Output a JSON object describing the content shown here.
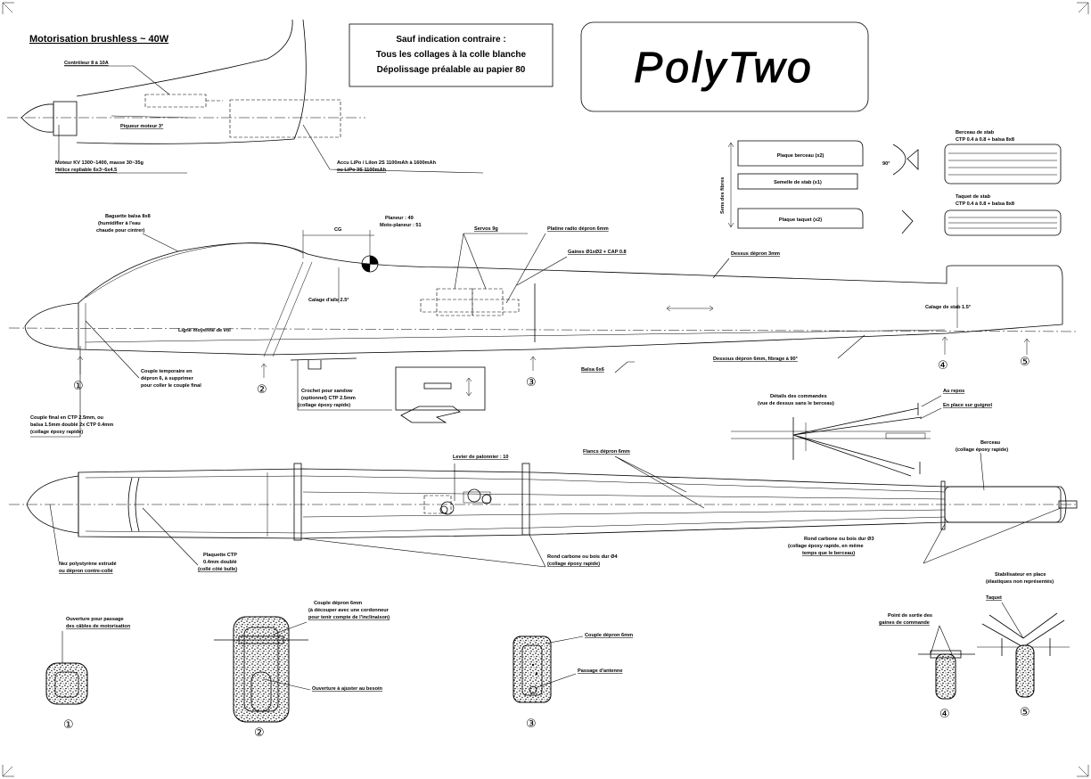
{
  "title_block": {
    "motor_heading": "Motorisation brushless ~ 40W",
    "notes": [
      "Sauf indication contraire :",
      "Tous les collages à la colle blanche",
      "Dépolissage préalable au papier 80"
    ],
    "logo": "PolyTwo"
  },
  "motor_view": {
    "controller": "Contrôleur 8 à 10A",
    "downthrust": "Piqueur moteur 3°",
    "motor": [
      "Moteur KV 1300~1400, masse 30~35g",
      "Hélice repliable 6x3~6x4.5"
    ],
    "battery": [
      "Accu LiPo / LiIon 2S 1100mAh à 1600mAh",
      "ou LiPo 3S 1100mAh"
    ]
  },
  "tail_parts": {
    "fiber_direction": "Sens des fibres",
    "cradle_plate": "Plaque berceau (x2)",
    "stab_joiner": "Semelle de stab (x1)",
    "stop_plate": "Plaque taquet (x2)",
    "angle": "90°",
    "cradle_stab": [
      "Berceau de stab",
      "CTP 0.4 à 0.8 + balsa 8x8"
    ],
    "stop_stab": [
      "Taquet de stab",
      "CTP 0.4 à 0.8 + balsa 8x8"
    ]
  },
  "side_view": {
    "balsa_strip": [
      "Baguette balsa 8x8",
      "(humidifier à l'eau",
      "chaude pour cintrer)"
    ],
    "cg": "CG",
    "cg_values": [
      "Planeur : 49",
      "Moto-planeur : 51"
    ],
    "servos": "Servos 9g",
    "radio_plate": "Platine radio dépron 6mm",
    "sheaths": "Gaines Ø1xØ2 + CAP 0.8",
    "wing_incidence": "Calage d'aile 2.5°",
    "top_skin": "Dessus dépron 3mm",
    "datum": "Ligne moyenne de vol",
    "stab_incidence": "Calage de stab 1.5°",
    "temp_former": [
      "Couple temporaire en",
      "dépron 6, à supprimer",
      "pour coller le couple final"
    ],
    "balsa_6x6": "Balsa 6x6",
    "bottom_skin": "Dessous dépron 6mm, fibrage à 90°",
    "final_former": [
      "Couple final en CTP 2.5mm, ou",
      "balsa 1.5mm doublé 2x CTP 0.4mm",
      "(collage époxy rapide)"
    ],
    "tow_hook": [
      "Crochet pour sandow",
      "(optionnel) CTP 2.5mm",
      "(collage époxy rapide)"
    ]
  },
  "controls_detail": {
    "title": [
      "Détails des commandes",
      "(vue de dessus sans le berceau)"
    ],
    "at_rest": "Au repos",
    "deflected": "En place sur guignol"
  },
  "top_view": {
    "rudder_lever": "Levier de palonnier : 10",
    "side_skin": "Flancs dépron 6mm",
    "cradle": [
      "Berceau",
      "(collage époxy rapide)"
    ],
    "nose": [
      "Nez polystyrène extrudé",
      "ou dépron contre-collé"
    ],
    "plywood_plate": [
      "Plaquette CTP",
      "0.4mm doublé",
      "(collé côté bulle)"
    ],
    "carbon_rod": [
      "Rond carbone ou bois dur Ø4",
      "(collage époxy rapide)"
    ],
    "carbon_rod_tail": [
      "Rond carbone ou bois dur Ø3",
      "(collage époxy rapide, en même",
      "temps que le berceau)"
    ]
  },
  "sections": {
    "s1_note": [
      "Ouverture pour passage",
      "des câbles de motorisation"
    ],
    "s2_note": [
      "Couple dépron 6mm",
      "(à découper avec une cordonneur",
      "pour tenir compte de l'inclinaison)"
    ],
    "s2_opening": "Ouverture à ajuster au besoin",
    "s3_former": "Couple dépron 6mm",
    "s3_antenna": "Passage d'antenne",
    "s4_note": [
      "Point de sortie des",
      "gaines de commande"
    ],
    "s5_note": [
      "Stabilisateur en place",
      "(élastiques non représentés)"
    ],
    "s5_stop": "Taquet"
  },
  "stations": [
    "①",
    "②",
    "③",
    "④",
    "⑤"
  ]
}
